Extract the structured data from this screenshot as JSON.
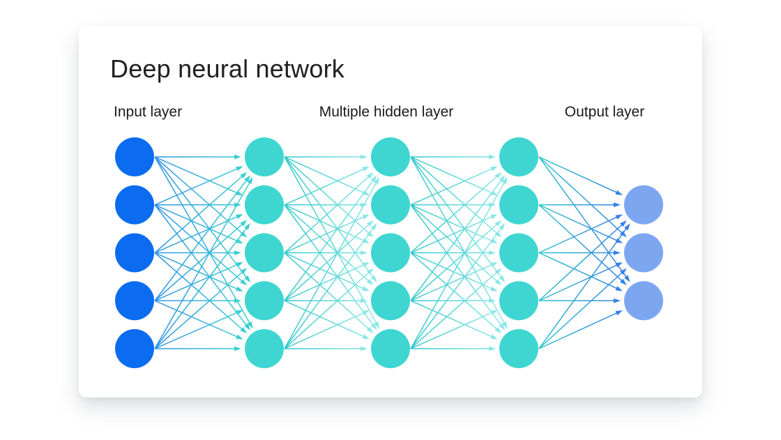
{
  "page": {
    "title": "Deep neural network"
  },
  "diagram": {
    "labels": {
      "input": "Input layer",
      "hidden": "Multiple hidden layer",
      "output": "Output layer"
    },
    "colors": {
      "input_node": "#0b6cf0",
      "hidden_node": "#3fd6d1",
      "output_node": "#7ca6f0",
      "title_text": "#202020",
      "label_text": "#1a1a1a"
    },
    "layers": [
      {
        "name": "input",
        "node_count": 5,
        "node_color": "#0b6cf0"
      },
      {
        "name": "hidden-1",
        "node_count": 5,
        "node_color": "#3fd6d1"
      },
      {
        "name": "hidden-2",
        "node_count": 5,
        "node_color": "#3fd6d1"
      },
      {
        "name": "hidden-3",
        "node_count": 5,
        "node_color": "#3fd6d1"
      },
      {
        "name": "output",
        "node_count": 3,
        "node_color": "#7ca6f0"
      }
    ],
    "connections": [
      {
        "from": 0,
        "to": 1,
        "start_color": "#2d92e4",
        "end_color": "#3ccfd1"
      },
      {
        "from": 1,
        "to": 2,
        "start_color": "#2fc8ca",
        "end_color": "#8be7e6"
      },
      {
        "from": 2,
        "to": 3,
        "start_color": "#2fc8ca",
        "end_color": "#8be7e6"
      },
      {
        "from": 3,
        "to": 4,
        "start_color": "#2cc5c9",
        "end_color": "#3680e8"
      }
    ]
  }
}
